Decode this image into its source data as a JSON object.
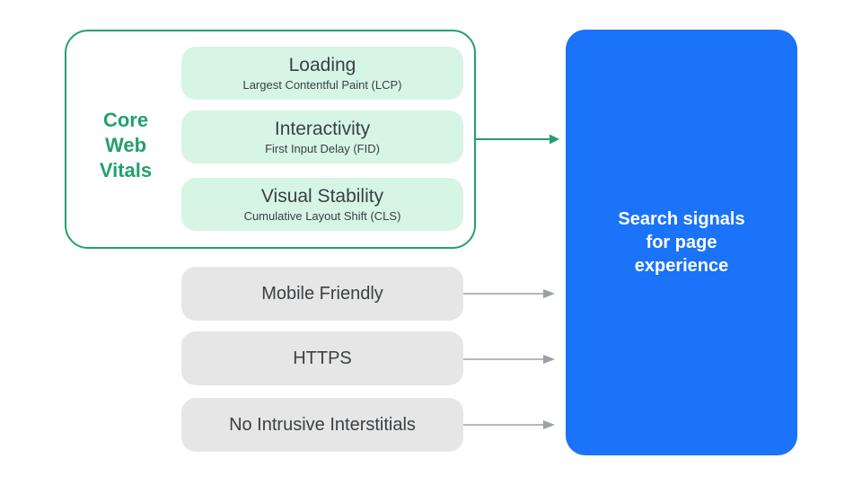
{
  "diagram": {
    "core_web_vitals": {
      "label": "Core\nWeb\nVitals",
      "items": [
        {
          "title": "Loading",
          "subtitle": "Largest Contentful Paint (LCP)"
        },
        {
          "title": "Interactivity",
          "subtitle": "First Input Delay (FID)"
        },
        {
          "title": "Visual Stability",
          "subtitle": "Cumulative Layout Shift (CLS)"
        }
      ]
    },
    "other_signals": [
      {
        "label": "Mobile Friendly"
      },
      {
        "label": "HTTPS"
      },
      {
        "label": "No Intrusive Interstitials"
      }
    ],
    "result": {
      "label": "Search signals\nfor page\nexperience"
    },
    "colors": {
      "green_accent": "#23a06d",
      "mint_fill": "#d6f5e5",
      "blue_fill": "#1a73f8",
      "gray_fill": "#e6e6e6",
      "arrow_gray": "#9aa0a6",
      "text_dark": "#3c4043",
      "text_white": "#ffffff"
    }
  }
}
